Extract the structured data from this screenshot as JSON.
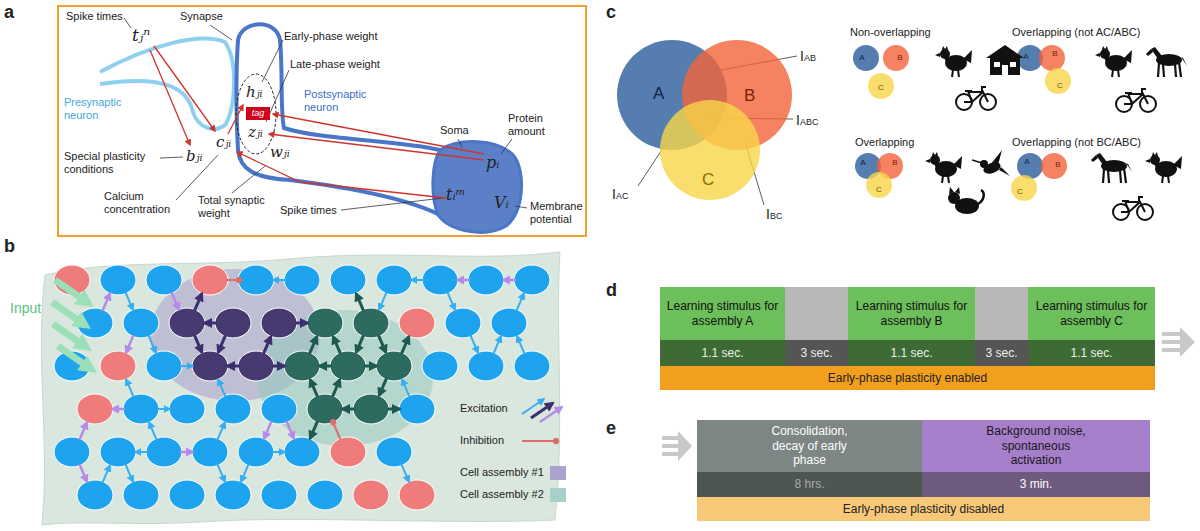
{
  "diagram": {
    "nodes": [
      {
        "text": [
          "tag"
        ]
      },
      {
        "text": [
          "A"
        ]
      },
      {
        "text": [
          "B"
        ]
      },
      {
        "text": [
          "C"
        ]
      },
      {
        "text": [
          "Learning stimulus for assembly A"
        ]
      },
      {
        "text": [
          "Learning stimulus for assembly B"
        ]
      },
      {
        "text": [
          "Learning stimulus for assembly C"
        ]
      },
      {
        "text": [
          "1.1 sec."
        ]
      },
      {
        "text": [
          "3 sec."
        ]
      },
      {
        "text": [
          "1.1 sec."
        ]
      },
      {
        "text": [
          "3 sec."
        ]
      },
      {
        "text": [
          "1.1 sec."
        ]
      },
      {
        "text": [
          "Early-phase plasticity enabled"
        ]
      },
      {
        "text": [
          "Consolidation, decay of early phase"
        ]
      },
      {
        "text": [
          "Background noise, spontaneous activation"
        ]
      },
      {
        "text": [
          "8 hrs."
        ]
      },
      {
        "text": [
          "3 min."
        ]
      },
      {
        "text": [
          "Early-phase plasticity disabled"
        ]
      }
    ],
    "labels": [
      "a",
      "Spike times",
      "tⱼⁿ",
      "Synapse",
      "Early-phase weight",
      "Late-phase weight",
      "hⱼᵢ",
      "zⱼᵢ",
      "cⱼᵢ",
      "wⱼᵢ",
      "Presynaptic neuron",
      "Postsynaptic neuron",
      "Soma",
      "Protein amount",
      "pᵢ",
      "bⱼᵢ",
      "Special plasticity conditions",
      "Calcium concentration",
      "Total synaptic weight",
      "Spike times",
      "tᵢᵐ",
      "Vᵢ",
      "Membrane potential",
      "b",
      "Input",
      "c",
      "IAB",
      "IABC",
      "IAC",
      "IBC",
      "Non-overlapping",
      "A",
      "B",
      "C",
      "Overlapping (not AC/ABC)",
      "A",
      "B",
      "C",
      "Overlapping",
      "A",
      "B",
      "C",
      "Overlapping (not BC/ABC)",
      "A",
      "B",
      "C",
      "d",
      "e"
    ],
    "legend": [
      {
        "text": "Excitation"
      },
      {
        "text": "Inhibition"
      },
      {
        "text": "Cell assembly #1",
        "color": "#aaa3cc"
      },
      {
        "text": "Cell assembly #2",
        "color": "#a8d0c8"
      }
    ]
  }
}
